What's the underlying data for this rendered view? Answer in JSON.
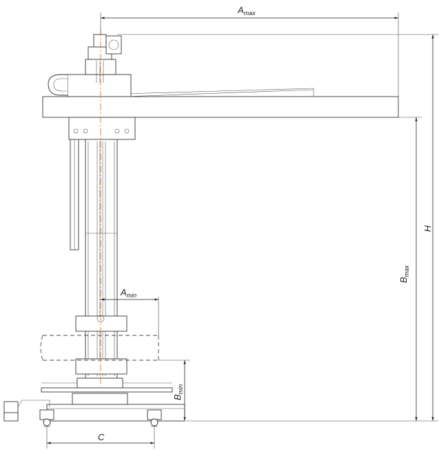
{
  "dimensions": {
    "a_max": {
      "main": "A",
      "sub": "max"
    },
    "a_min": {
      "main": "A",
      "sub": "min"
    },
    "h": {
      "main": "H"
    },
    "b_max": {
      "main": "B",
      "sub": "max"
    },
    "b_min": {
      "main": "B",
      "sub": "min"
    },
    "c": {
      "main": "C"
    }
  },
  "colors": {
    "line": "#333333",
    "axis": "#e6862a",
    "background": "#ffffff"
  }
}
